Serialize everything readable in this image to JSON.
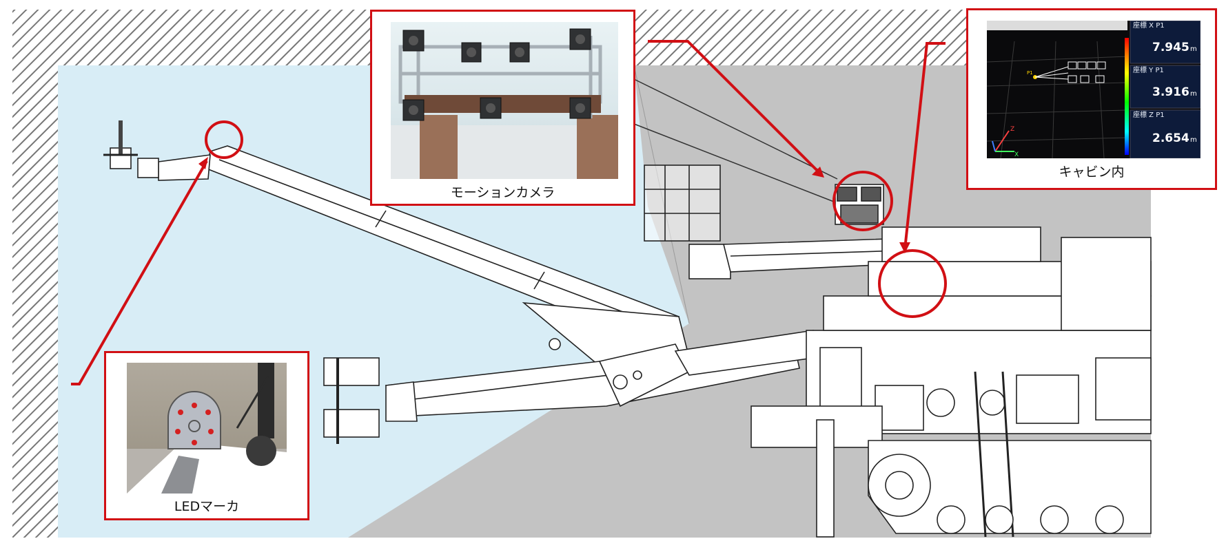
{
  "callouts": {
    "motion_camera": {
      "caption": "モーションカメラ"
    },
    "led_marker": {
      "caption": "LEDマーカ"
    },
    "cabin": {
      "caption": "キャビン内",
      "monitor": {
        "point_label": "P1",
        "axis_labels": {
          "x": "X",
          "y": "Y",
          "z": "Z"
        },
        "readouts": [
          {
            "label": "座標 X P1",
            "value": "7.945",
            "unit": "m"
          },
          {
            "label": "座標 Y P1",
            "value": "3.916",
            "unit": "m"
          },
          {
            "label": "座標 Z P1",
            "value": "2.654",
            "unit": "m"
          }
        ]
      }
    }
  },
  "colors": {
    "callout_red": "#d10f14",
    "tunnel_fill": "#d8edf6",
    "ground_gray": "#c3c3c3",
    "monitor_bg": "#0d1b3a"
  },
  "icons": {
    "camera": "motion-camera-icon",
    "led": "led-marker-icon"
  }
}
